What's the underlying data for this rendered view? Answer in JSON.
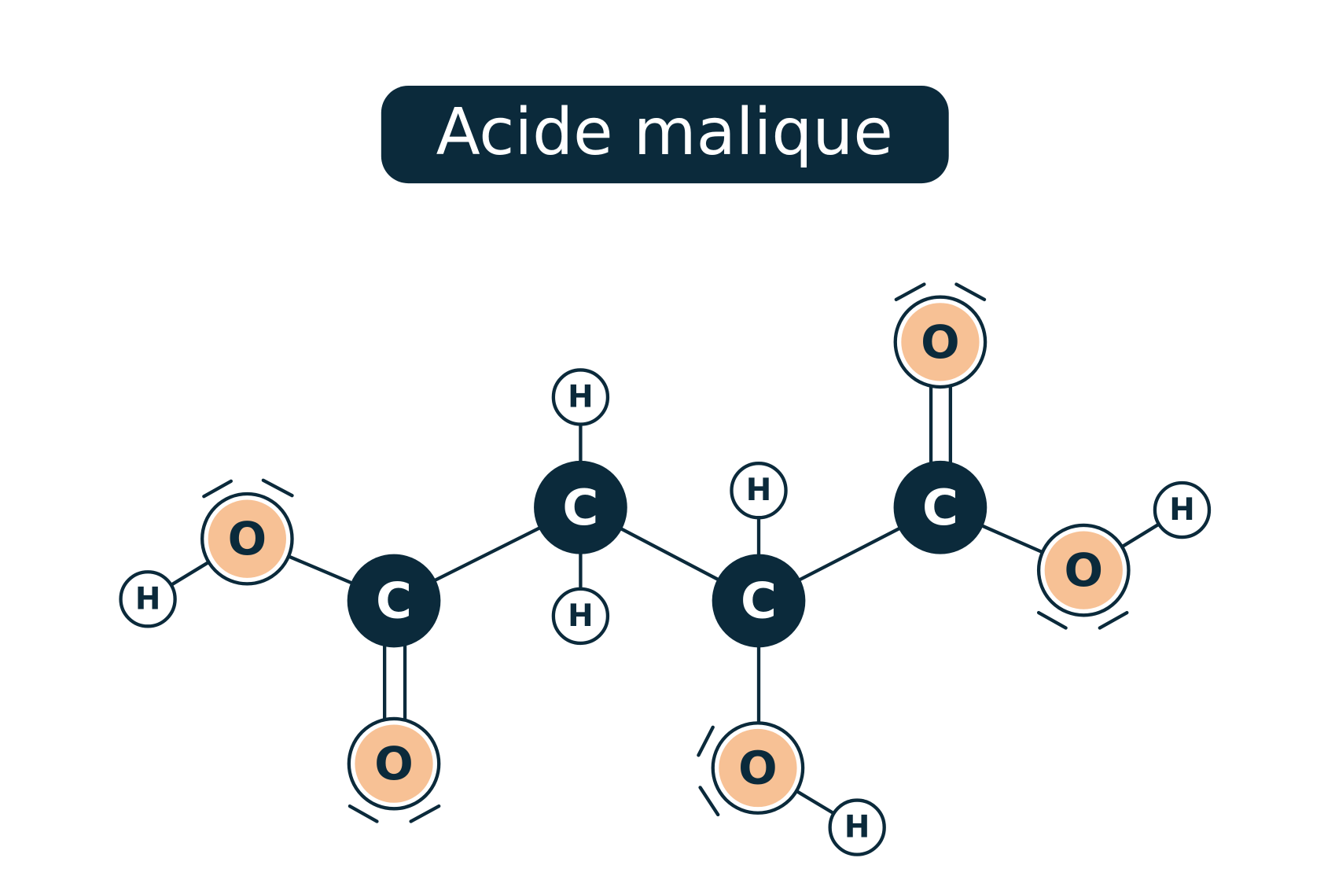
{
  "title": "Acide malique",
  "atoms": {
    "carbon": "C",
    "oxygen": "O",
    "hydrogen": "H"
  },
  "colors": {
    "dark": "#0b2a3b",
    "oxygen_fill": "#f7c195",
    "white": "#ffffff"
  }
}
